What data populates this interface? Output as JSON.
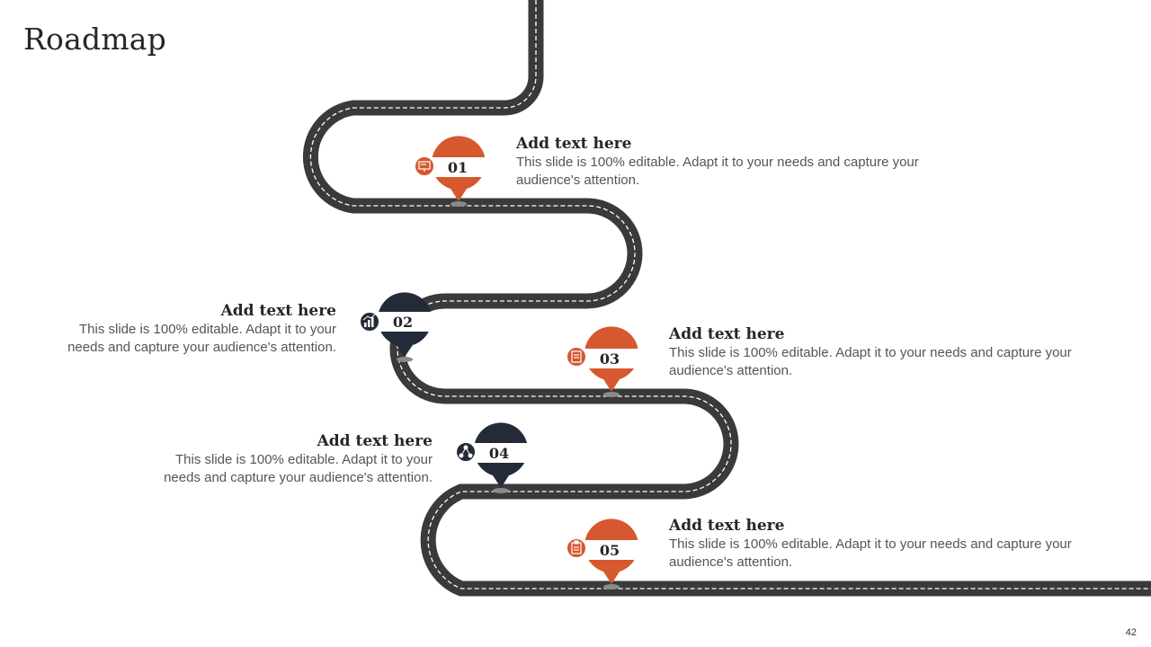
{
  "slide": {
    "title": "Roadmap",
    "page_number": "42"
  },
  "colors": {
    "accent_orange": "#D5582F",
    "navy": "#232B38",
    "road": "#3A3A3A",
    "road_line": "#FFFFFF"
  },
  "milestones": [
    {
      "number": "01",
      "color": "accent_orange",
      "icon": "presentation-icon",
      "heading": "Add text here",
      "description": "This slide is 100% editable. Adapt it to your needs and capture your audience's attention."
    },
    {
      "number": "02",
      "color": "navy",
      "icon": "growth-chart-icon",
      "heading": "Add text here",
      "description": "This slide is 100% editable. Adapt it to your needs and capture your audience's attention."
    },
    {
      "number": "03",
      "color": "accent_orange",
      "icon": "document-icon",
      "heading": "Add text here",
      "description": "This slide is 100% editable. Adapt it to your needs and capture your audience's attention."
    },
    {
      "number": "04",
      "color": "navy",
      "icon": "network-icon",
      "heading": "Add text here",
      "description": "This slide is 100% editable. Adapt it to your needs and capture your audience's attention."
    },
    {
      "number": "05",
      "color": "accent_orange",
      "icon": "clipboard-icon",
      "heading": "Add text here",
      "description": "This slide is 100% editable. Adapt it to your needs and capture your audience's attention."
    }
  ]
}
